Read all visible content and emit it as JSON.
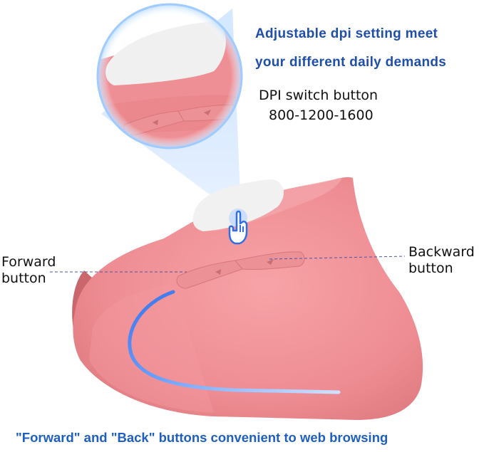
{
  "headline": {
    "line1": "Adjustable dpi setting meet",
    "line2": "your different daily demands"
  },
  "dpi_switch": {
    "label": "DPI switch button",
    "values": "800-1200-1600"
  },
  "forward": {
    "line1": "Forward",
    "line2": "button"
  },
  "backward": {
    "line1": "Backward",
    "line2": "button"
  },
  "footer": "\"Forward\" and \"Back\" buttons convenient  to web browsing",
  "colors": {
    "headline_blue": "#1f4fa8",
    "footer_blue": "#1f5fc0",
    "mouse_pink": "#ef8e93",
    "led_blue": "#3f7ef0",
    "hand_icon_blue": "#2f6fe6"
  },
  "icons": [
    "hand-pointer-icon",
    "forward-arrow-icon",
    "backward-arrow-icon"
  ]
}
